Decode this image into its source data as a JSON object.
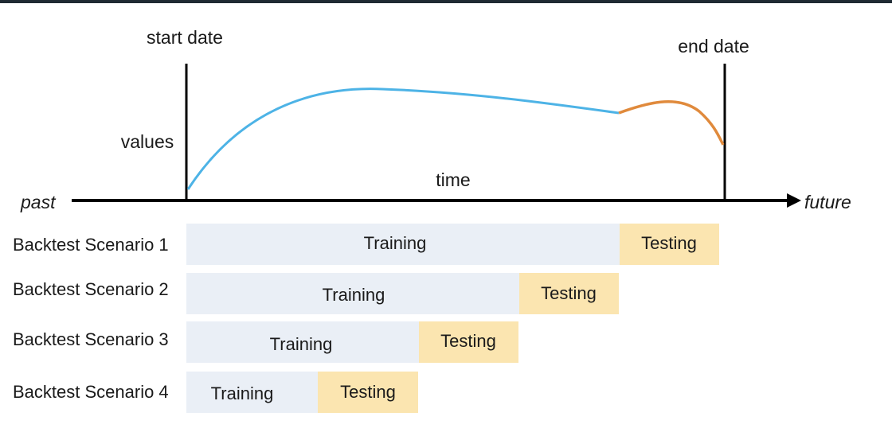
{
  "labels": {
    "start_date": "start date",
    "end_date": "end date",
    "values": "values",
    "time": "time",
    "past": "past",
    "future": "future"
  },
  "scenarios": [
    {
      "name": "Backtest Scenario 1",
      "training": "Training",
      "testing": "Testing"
    },
    {
      "name": "Backtest Scenario 2",
      "training": "Training",
      "testing": "Testing"
    },
    {
      "name": "Backtest Scenario 3",
      "training": "Training",
      "testing": "Testing"
    },
    {
      "name": "Backtest Scenario 4",
      "training": "Training",
      "testing": "Testing"
    }
  ],
  "colors": {
    "training_fill": "#eaeff6",
    "testing_fill": "#fbe5b0",
    "train_curve": "#4db3e6",
    "test_curve": "#e08a3c",
    "axis": "#000000",
    "top_bar": "#1f2a33"
  }
}
